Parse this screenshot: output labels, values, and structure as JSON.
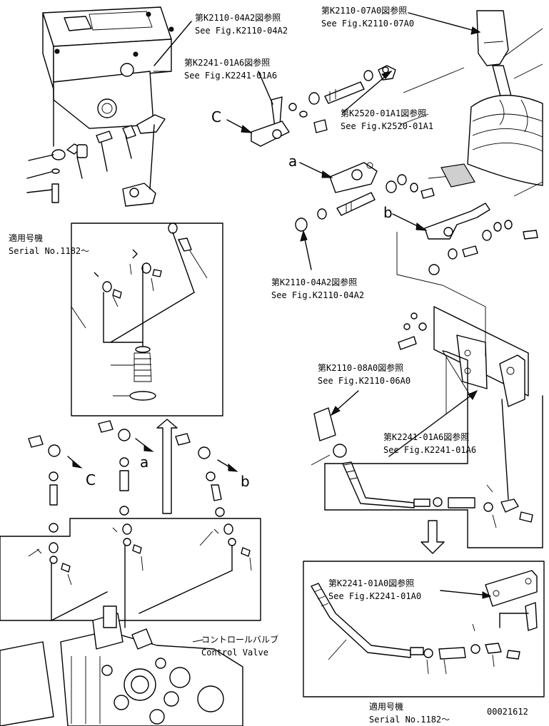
{
  "refs": {
    "ref_k2110_04a2_top": {
      "jp": "第K2110-04A2図参照",
      "en": "See Fig.K2110-04A2"
    },
    "ref_k2110_07a0": {
      "jp": "第K2110-07A0図参照",
      "en": "See Fig.K2110-07A0"
    },
    "ref_k2241_01a6_top": {
      "jp": "第K2241-01A6図参照",
      "en": "See Fig.K2241-01A6"
    },
    "ref_k2520_01a1": {
      "jp": "第K2520-01A1図参照",
      "en": "See Fig.K2520-01A1"
    },
    "ref_k2110_04a2_mid": {
      "jp": "第K2110-04A2図参照",
      "en": "See Fig.K2110-04A2"
    },
    "ref_k2110_08a0": {
      "jp": "第K2110-08A0図参照",
      "en": "See Fig.K2110-06A0"
    },
    "ref_k2241_01a6_mid": {
      "jp": "第K2241-01A6図参照",
      "en": "See Fig.K2241-01A6"
    },
    "ref_k2241_01a0": {
      "jp": "第K2241-01A0図参照",
      "en": "See Fig.K2241-01A0"
    }
  },
  "serial_top": {
    "jp": "適用号機",
    "en": "Serial No.1182～"
  },
  "serial_bottom": {
    "jp": "適用号機",
    "en": "Serial No.1182～"
  },
  "control_valve": {
    "jp": "コントロールバルブ",
    "en": "Control Valve"
  },
  "callouts": {
    "C_top": "C",
    "a_top": "a",
    "b_top": "b",
    "C_mid": "C",
    "a_mid": "a",
    "b_mid": "b"
  },
  "drawing_number": "00021612"
}
